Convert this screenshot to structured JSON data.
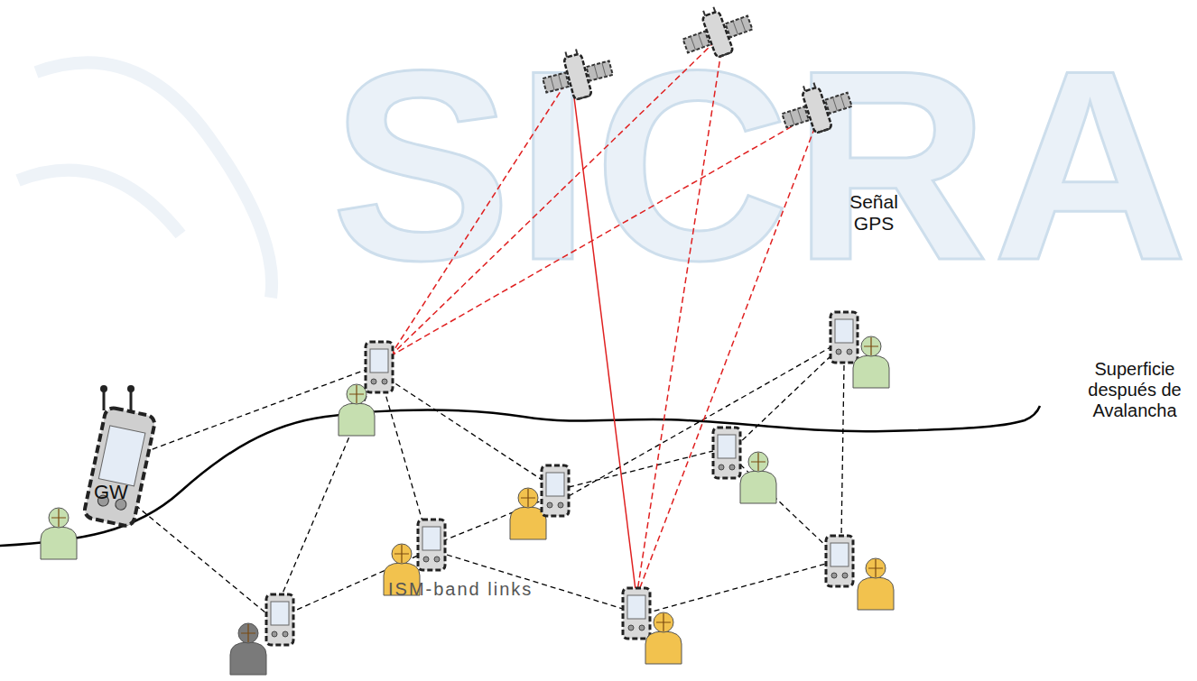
{
  "diagram": {
    "labels": [
      "SICRA",
      "Señal GPS",
      "Superficie después de Avalancha",
      "GW",
      "ISM-band links"
    ]
  }
}
